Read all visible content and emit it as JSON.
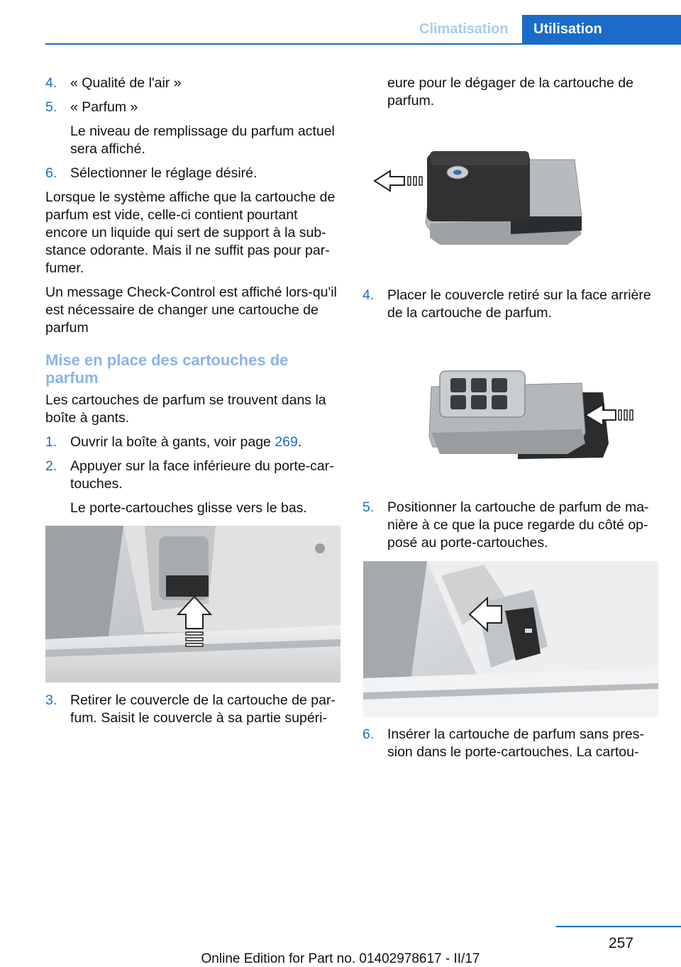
{
  "header": {
    "section": "Climatisation",
    "chapter": "Utilisation"
  },
  "left": {
    "items_a": [
      {
        "num": "4.",
        "text": "« Qualité de l'air »"
      },
      {
        "num": "5.",
        "text": "« Parfum »"
      }
    ],
    "item5_detail": "Le niveau de remplissage du parfum actuel sera affiché.",
    "item6": {
      "num": "6.",
      "text": "Sélectionner le réglage désiré."
    },
    "para1": "Lorsque le système affiche que la cartouche de parfum est vide, celle-ci contient pourtant encore un liquide qui sert de support à la sub‐stance odorante. Mais il ne suffit pas pour par‐fumer.",
    "para2": "Un message Check-Control est affiché lors‐qu'il est nécessaire de changer une cartouche de parfum",
    "heading": "Mise en place des cartouches de parfum",
    "para3": "Les cartouches de parfum se trouvent dans la boîte à gants.",
    "step1": {
      "num": "1.",
      "text": "Ouvrir la boîte à gants, voir page ",
      "page_ref": "269",
      "suffix": "."
    },
    "step2": {
      "num": "2.",
      "text": "Appuyer sur la face inférieure du porte-car‐touches."
    },
    "step2_detail": "Le porte-cartouches glisse vers le bas.",
    "step3": {
      "num": "3.",
      "text": "Retirer le couvercle de la cartouche de par‐fum. Saisit le couvercle à sa partie supéri‐"
    }
  },
  "right": {
    "continuation": "eure pour le dégager de la cartouche de parfum.",
    "step4": {
      "num": "4.",
      "text": "Placer le couvercle retiré sur la face arrière de la cartouche de parfum."
    },
    "step5": {
      "num": "5.",
      "text": "Positionner la cartouche de parfum de ma‐nière à ce que la puce regarde du côté op‐posé au porte-cartouches."
    },
    "step6": {
      "num": "6.",
      "text": "Insérer la cartouche de parfum sans pres‐sion dans le porte-cartouches. La cartou‐"
    }
  },
  "footer": {
    "page": "257",
    "edition": "Online Edition for Part no. 01402978617 - II/17"
  }
}
